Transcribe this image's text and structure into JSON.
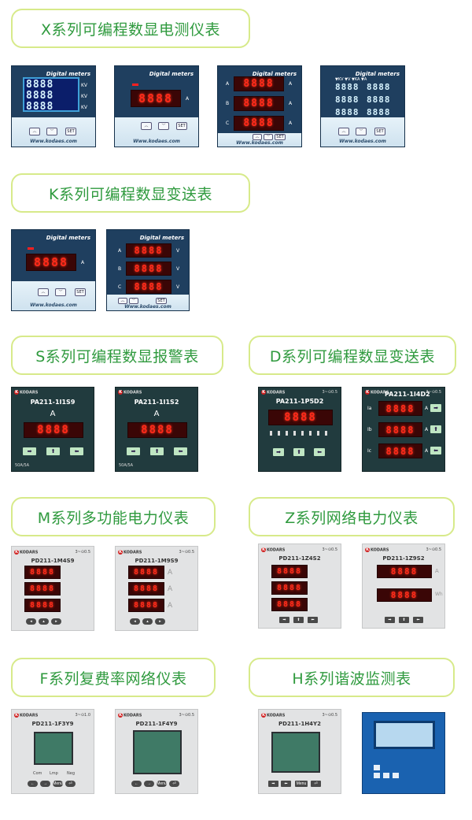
{
  "sections": {
    "x": "X系列可编程数显电测仪表",
    "k": "K系列可编程数显变送表",
    "s": "S系列可编程数显报警表",
    "d": "D系列可编程数显变送表",
    "m": "M系列多功能电力仪表",
    "z": "Z系列网络电力仪表",
    "f": "F系列复费率网络仪表",
    "h": "H系列谐波监测表"
  },
  "digital": {
    "brand": "Digital meters",
    "url": "Www.kodaes.com",
    "set": "SET",
    "digits": "8888",
    "kv": "KV",
    "a": "A",
    "v": "V",
    "b": "B",
    "c": "C",
    "hdr4": "▼KV ▼V  ▼KA ▼A"
  },
  "alarm": {
    "m1": "PA211-1I1S9",
    "m2": "PA211-1I1S2",
    "m3": "PA211-1P5D2",
    "m4": "PA211-1I4D2",
    "unit": "A",
    "rating": "50A/5A",
    "ia": "Ia",
    "ib": "Ib",
    "ic": "Ic",
    "acc": "3~⊙0.5",
    "brandlogo": "KODARS"
  },
  "power": {
    "m1": "PD211-1M4S9",
    "m2": "PD211-1M9S9",
    "m3": "PD211-1Z4S2",
    "m4": "PD211-1Z9S2",
    "m5": "PD211-1F3Y9",
    "m6": "PD211-1F4Y9",
    "m7": "PD211-1H4Y2",
    "logo": "KODARS",
    "acc": "3~⊙0.5",
    "acc2": "3~⊙1.0",
    "wh": "Wh",
    "com": "Com",
    "lmp": "Lmp",
    "neg": "Neg",
    "menu": "Menu"
  }
}
